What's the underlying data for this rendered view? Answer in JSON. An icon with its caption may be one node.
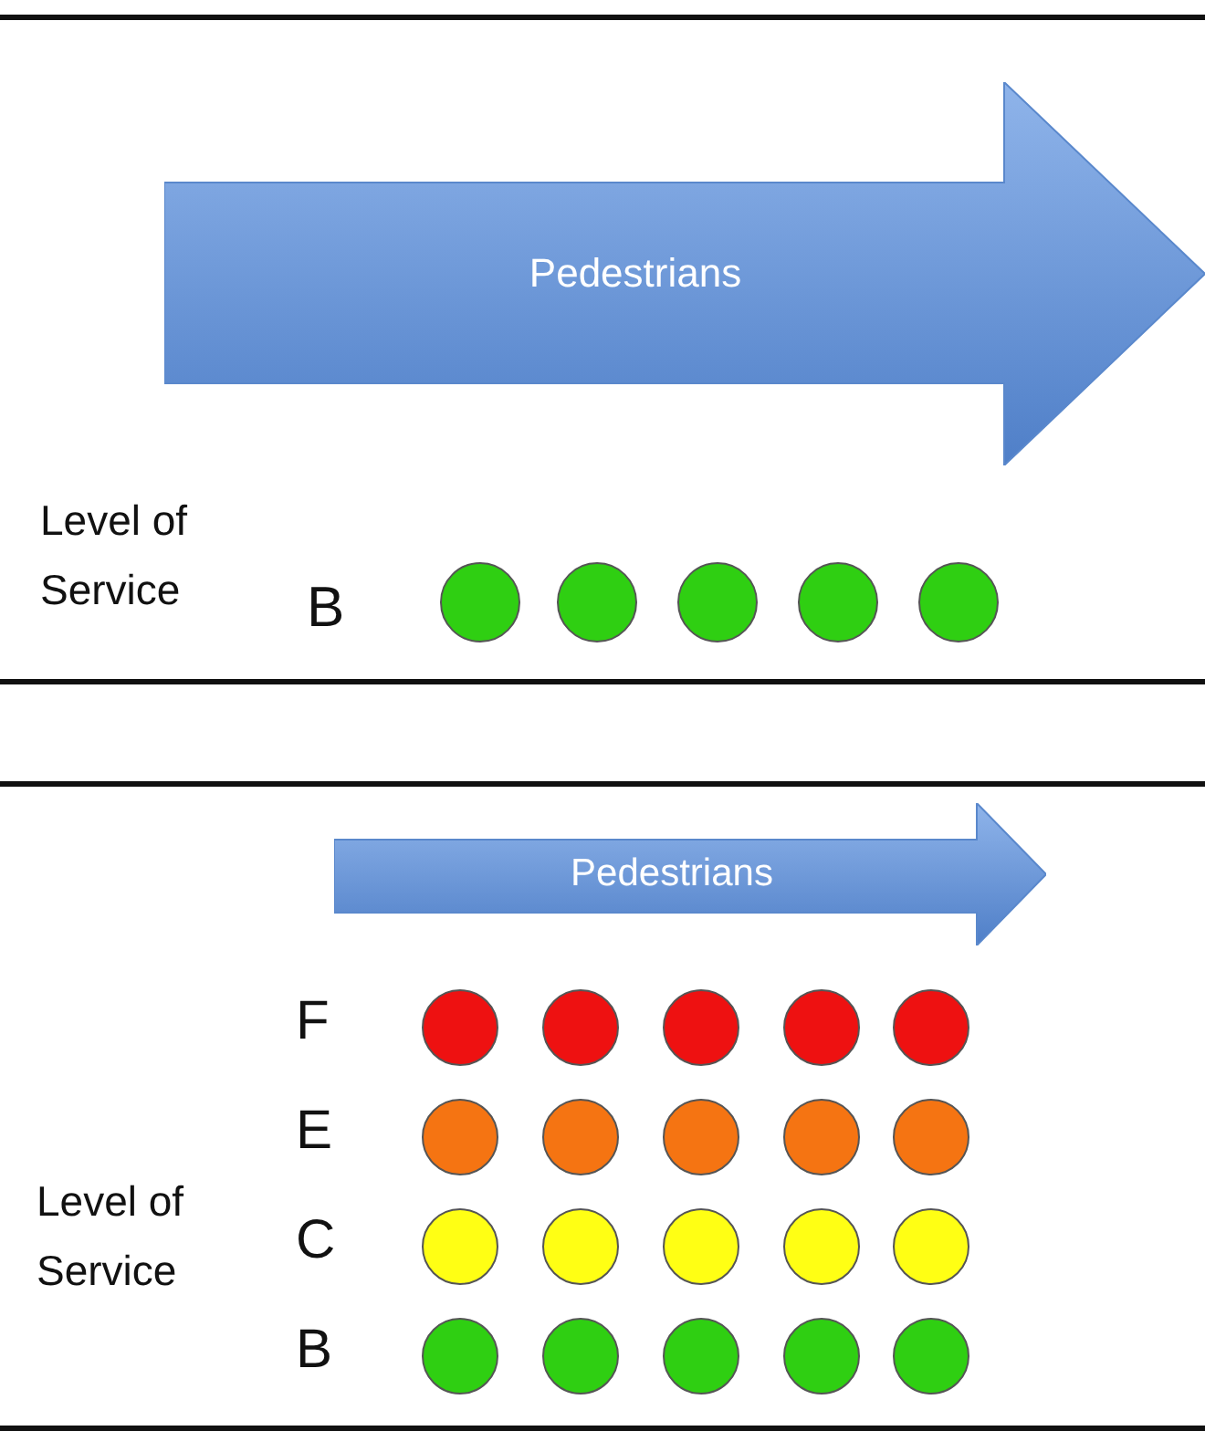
{
  "diagram": {
    "nodes": [
      {
        "text": [
          "Pedestrians"
        ]
      },
      {
        "text": [],
        "shape": "circle"
      },
      {
        "text": [],
        "shape": "circle"
      },
      {
        "text": [],
        "shape": "circle"
      },
      {
        "text": [],
        "shape": "circle"
      },
      {
        "text": [],
        "shape": "circle"
      },
      {
        "text": [
          "Pedestrians"
        ]
      },
      {
        "text": [],
        "shape": "circle"
      },
      {
        "text": [],
        "shape": "circle"
      },
      {
        "text": [],
        "shape": "circle"
      },
      {
        "text": [],
        "shape": "circle"
      },
      {
        "text": [],
        "shape": "circle"
      },
      {
        "text": [],
        "shape": "circle"
      },
      {
        "text": [],
        "shape": "circle"
      },
      {
        "text": [],
        "shape": "circle"
      },
      {
        "text": [],
        "shape": "circle"
      },
      {
        "text": [],
        "shape": "circle"
      },
      {
        "text": [],
        "shape": "circle"
      },
      {
        "text": [],
        "shape": "circle"
      },
      {
        "text": [],
        "shape": "circle"
      },
      {
        "text": [],
        "shape": "circle"
      },
      {
        "text": [],
        "shape": "circle"
      },
      {
        "text": [],
        "shape": "circle"
      },
      {
        "text": [],
        "shape": "circle"
      },
      {
        "text": [],
        "shape": "circle"
      },
      {
        "text": [],
        "shape": "circle"
      },
      {
        "text": [],
        "shape": "circle"
      }
    ],
    "labels": [
      "Level of Service",
      "B",
      "F",
      "E",
      "Level of Service",
      "C",
      "B"
    ]
  }
}
